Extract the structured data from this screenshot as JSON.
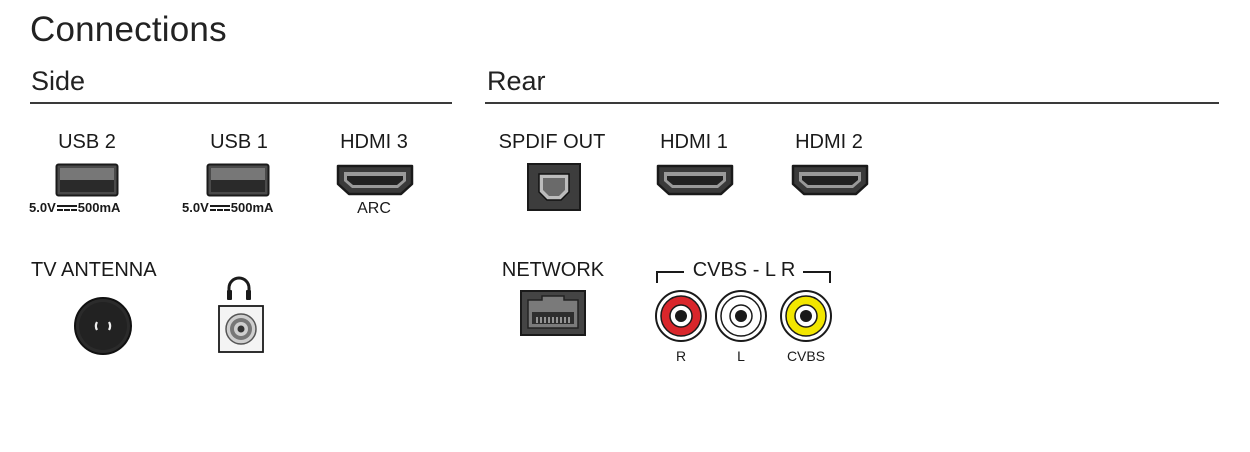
{
  "title": "Connections",
  "sections": {
    "side": "Side",
    "rear": "Rear"
  },
  "side_ports": {
    "usb2": {
      "label": "USB 2",
      "rating": "5.0V",
      "current": "500mA"
    },
    "usb1": {
      "label": "USB 1",
      "rating": "5.0V",
      "current": "500mA"
    },
    "hdmi3": {
      "label": "HDMI 3",
      "sub": "ARC"
    },
    "antenna": {
      "label": "TV ANTENNA"
    },
    "headphone": {
      "icon": "headphones-icon"
    }
  },
  "rear_ports": {
    "spdif": {
      "label": "SPDIF OUT"
    },
    "hdmi1": {
      "label": "HDMI 1"
    },
    "hdmi2": {
      "label": "HDMI 2"
    },
    "network": {
      "label": "NETWORK"
    },
    "cvbs": {
      "label": "CVBS - L R",
      "jacks": [
        {
          "label": "R",
          "color": "#d9262b"
        },
        {
          "label": "L",
          "color": "#ffffff"
        },
        {
          "label": "CVBS",
          "color": "#f2e600"
        }
      ]
    }
  }
}
